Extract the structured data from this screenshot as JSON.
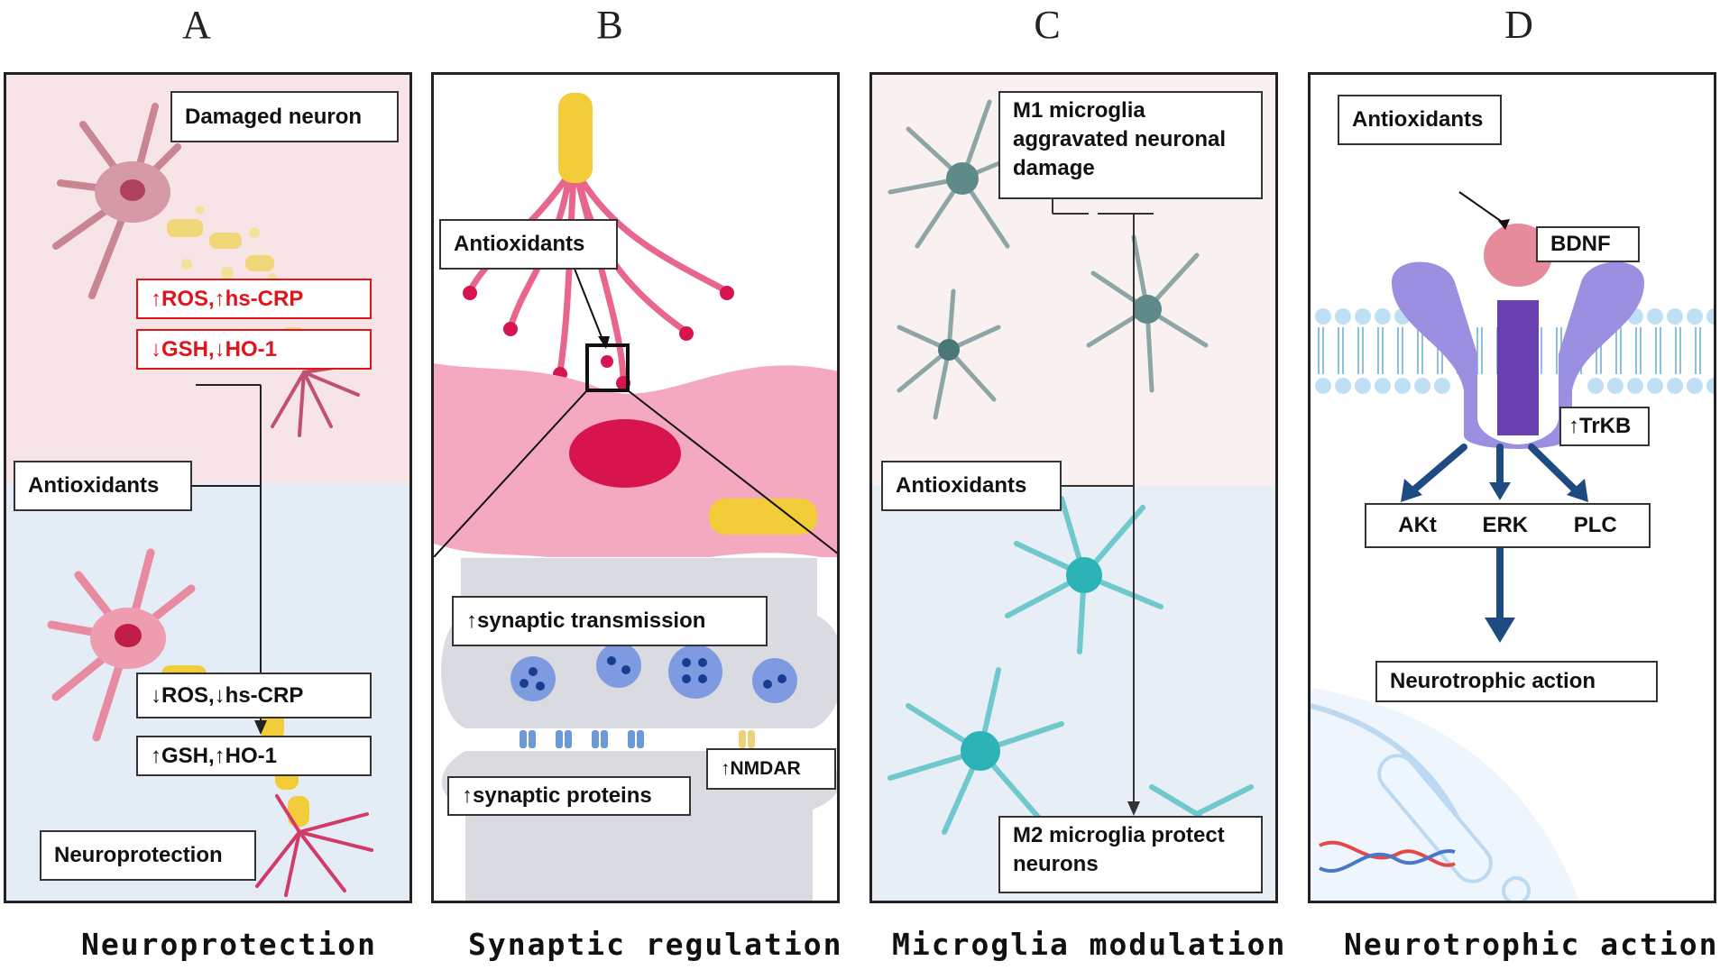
{
  "panels": {
    "a": {
      "letter": "A",
      "caption": "Neuroprotection",
      "labels": {
        "damaged": "Damaged neuron",
        "ros_up": "↑ROS,↑hs-CRP",
        "gsh_down": "↓GSH,↓HO-1",
        "antioxidants": "Antioxidants",
        "ros_down": "↓ROS,↓hs-CRP",
        "gsh_up": "↑GSH,↑HO-1",
        "neuroprotection": "Neuroprotection"
      },
      "colors": {
        "top_bg": "#f6e4e6",
        "bottom_bg": "#e4ecf5",
        "alert": "#e3131b"
      }
    },
    "b": {
      "letter": "B",
      "caption": "Synaptic regulation",
      "labels": {
        "antioxidants": "Antioxidants",
        "transmission": "↑synaptic transmission",
        "proteins": "↑synaptic proteins",
        "nmdar": "↑NMDAR"
      }
    },
    "c": {
      "letter": "C",
      "caption": "Microglia modulation",
      "labels": {
        "m1": "M1 microglia aggravated neuronal damage",
        "antioxidants": "Antioxidants",
        "m2": "M2 microglia protect neurons"
      }
    },
    "d": {
      "letter": "D",
      "caption": "Neurotrophic action",
      "labels": {
        "antioxidants": "Antioxidants",
        "bdnf": "BDNF",
        "trkb": "↑TrKB",
        "akt": "AKt",
        "erk": "ERK",
        "plc": "PLC",
        "action": "Neurotrophic action"
      }
    }
  }
}
